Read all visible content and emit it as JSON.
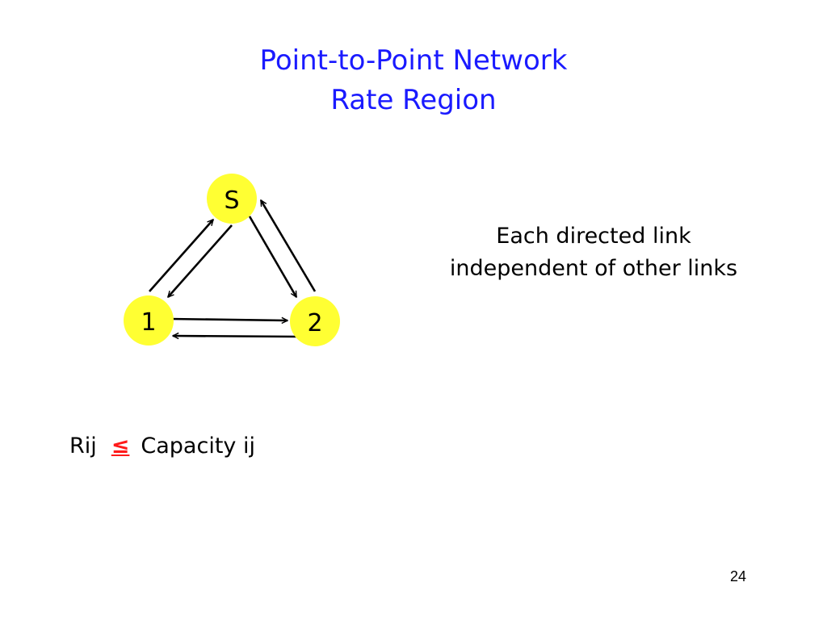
{
  "slide": {
    "title_line1": "Point-to-Point Network",
    "title_line2": "Rate Region",
    "description_line1": "Each directed link",
    "description_line2": "independent of other links",
    "constraint_left": "Rij",
    "constraint_symbol": "≤",
    "constraint_right": "Capacity ij",
    "page_number": "24"
  },
  "diagram": {
    "nodes": [
      {
        "id": "S",
        "label": "S"
      },
      {
        "id": "1",
        "label": "1"
      },
      {
        "id": "2",
        "label": "2"
      }
    ],
    "directed_links": [
      {
        "from": "1",
        "to": "S"
      },
      {
        "from": "S",
        "to": "1"
      },
      {
        "from": "S",
        "to": "2"
      },
      {
        "from": "2",
        "to": "S"
      },
      {
        "from": "1",
        "to": "2"
      },
      {
        "from": "2",
        "to": "1"
      }
    ],
    "colors": {
      "title": "#1a1aff",
      "node_fill": "#ffff33",
      "edge": "#000000",
      "symbol": "#ff1a1a"
    }
  }
}
